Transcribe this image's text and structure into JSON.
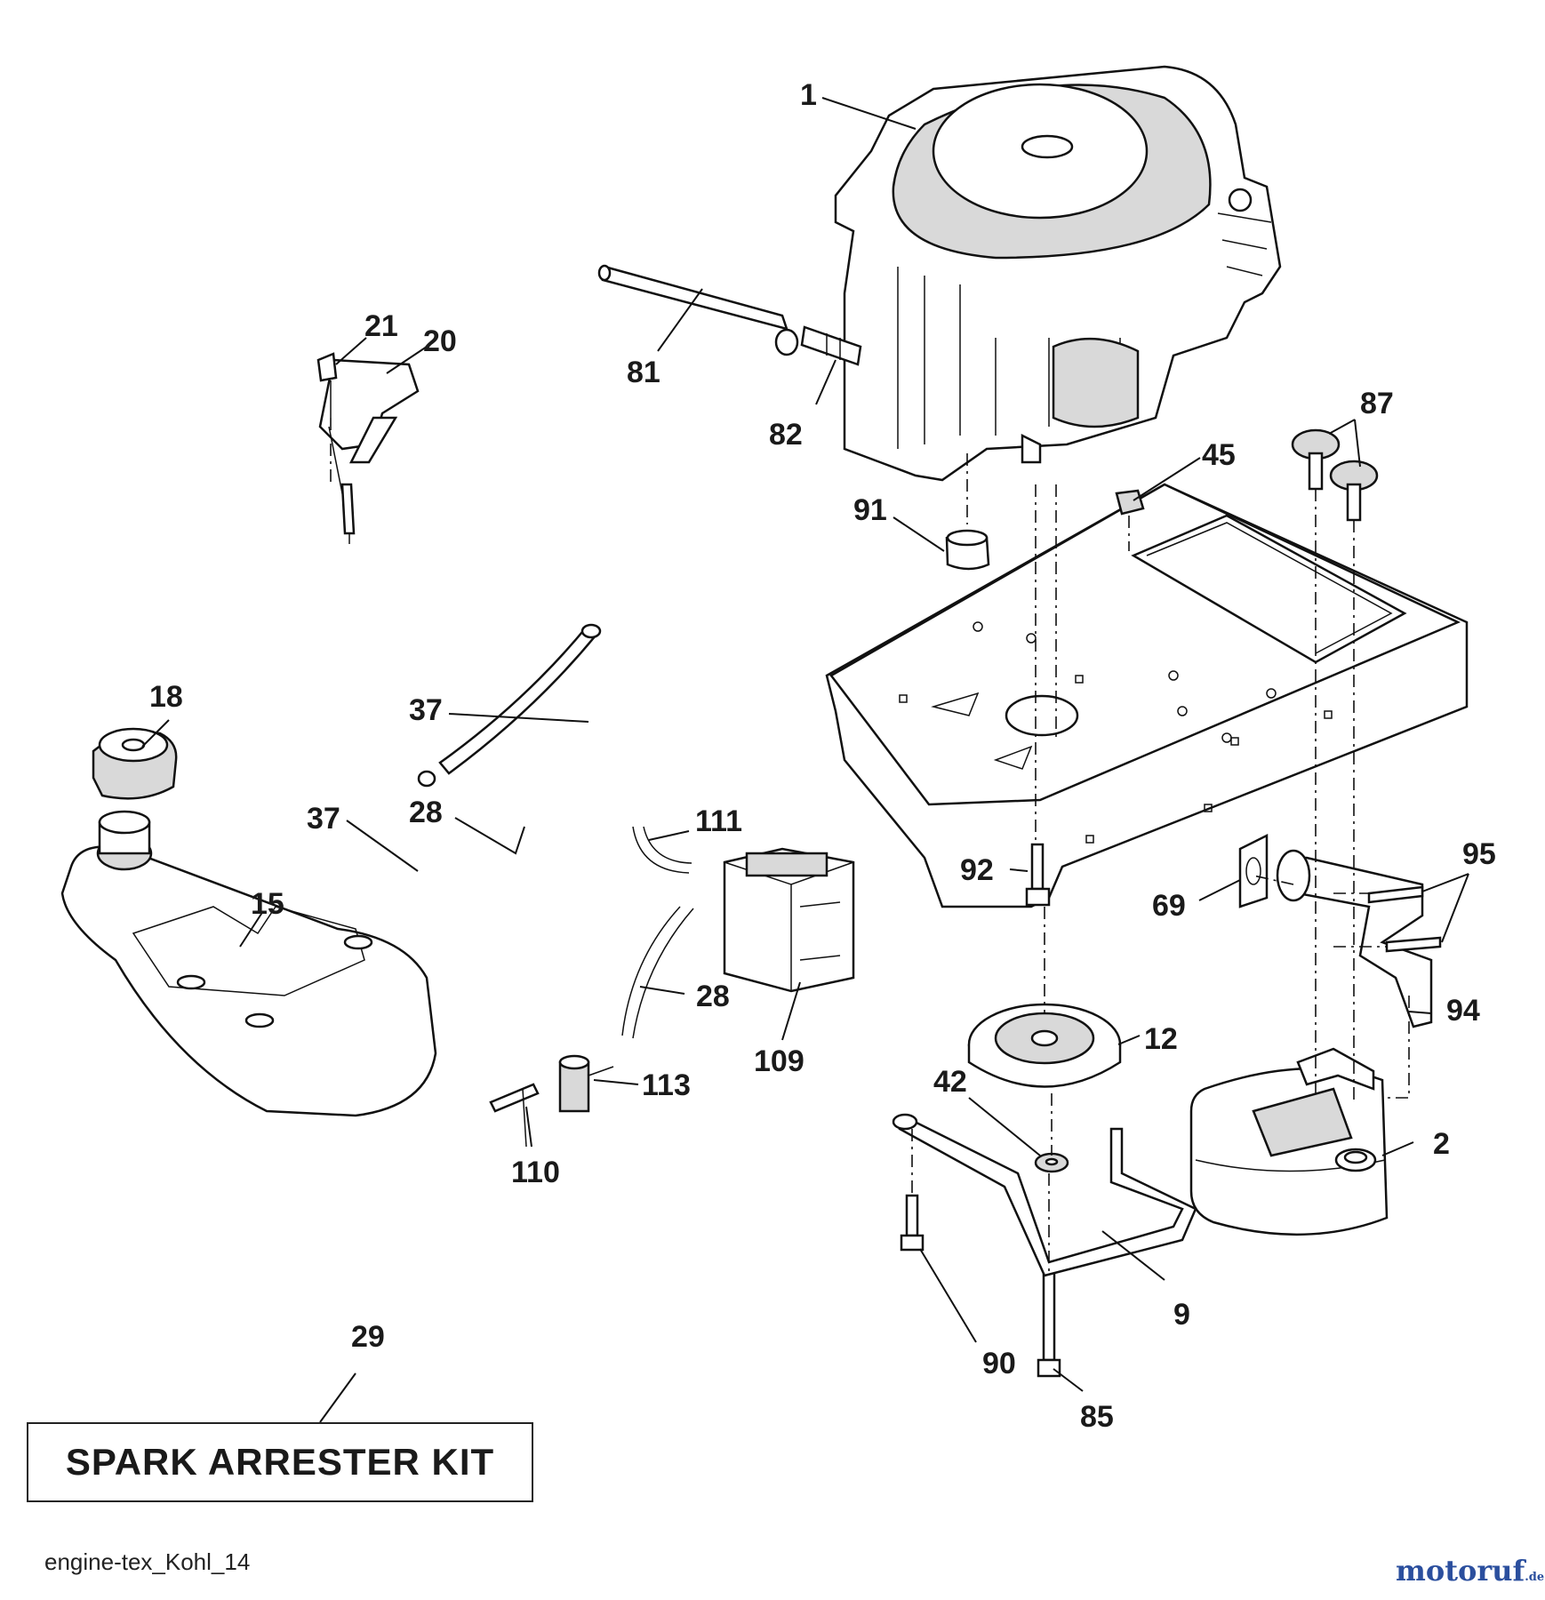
{
  "diagram": {
    "callouts": [
      {
        "id": "1",
        "text": "1"
      },
      {
        "id": "2",
        "text": "2"
      },
      {
        "id": "9",
        "text": "9"
      },
      {
        "id": "12",
        "text": "12"
      },
      {
        "id": "15",
        "text": "15"
      },
      {
        "id": "18",
        "text": "18"
      },
      {
        "id": "20",
        "text": "20"
      },
      {
        "id": "21",
        "text": "21"
      },
      {
        "id": "28a",
        "text": "28"
      },
      {
        "id": "28b",
        "text": "28"
      },
      {
        "id": "29",
        "text": "29"
      },
      {
        "id": "37a",
        "text": "37"
      },
      {
        "id": "37b",
        "text": "37"
      },
      {
        "id": "42",
        "text": "42"
      },
      {
        "id": "45",
        "text": "45"
      },
      {
        "id": "69",
        "text": "69"
      },
      {
        "id": "81",
        "text": "81"
      },
      {
        "id": "82",
        "text": "82"
      },
      {
        "id": "85",
        "text": "85"
      },
      {
        "id": "87",
        "text": "87"
      },
      {
        "id": "90",
        "text": "90"
      },
      {
        "id": "91",
        "text": "91"
      },
      {
        "id": "92",
        "text": "92"
      },
      {
        "id": "94",
        "text": "94"
      },
      {
        "id": "95",
        "text": "95"
      },
      {
        "id": "109",
        "text": "109"
      },
      {
        "id": "110",
        "text": "110"
      },
      {
        "id": "111",
        "text": "111"
      },
      {
        "id": "113",
        "text": "113"
      }
    ],
    "kit_label": "SPARK ARRESTER KIT",
    "file_code": "engine-tex_Kohl_14",
    "watermark": {
      "name": "motoruf",
      "suffix": ".de",
      "color": "#2b4f9e"
    }
  }
}
